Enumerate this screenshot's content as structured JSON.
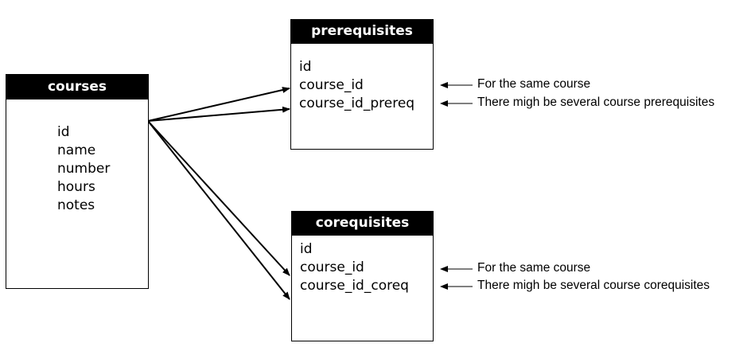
{
  "tables": {
    "courses": {
      "title": "courses",
      "fields": [
        "id",
        "name",
        "number",
        "hours",
        "notes"
      ]
    },
    "prerequisites": {
      "title": "prerequisites",
      "fields": [
        "id",
        "course_id",
        "course_id_prereq"
      ]
    },
    "corequisites": {
      "title": "corequisites",
      "fields": [
        "id",
        "course_id",
        "course_id_coreq"
      ]
    }
  },
  "notes": {
    "prereq_course_id": "For the same course",
    "prereq_course_id_prereq": "There migh be several course prerequisites",
    "coreq_course_id": "For the same course",
    "coreq_course_id_coreq": "There migh be several course corequisites"
  }
}
